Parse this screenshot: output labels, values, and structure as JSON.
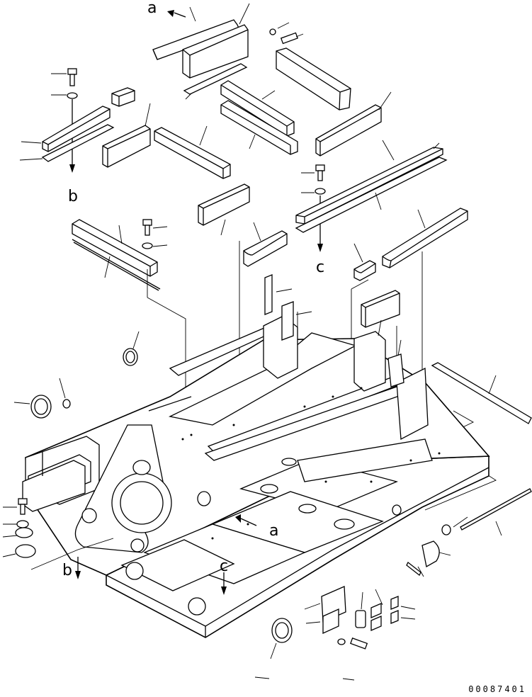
{
  "view_labels": {
    "a_top": "a",
    "b_left_upper": "b",
    "c_right_upper": "c",
    "a_frame": "a",
    "b_left_lower": "b",
    "c_frame": "c"
  },
  "drawing_number": "00087401"
}
